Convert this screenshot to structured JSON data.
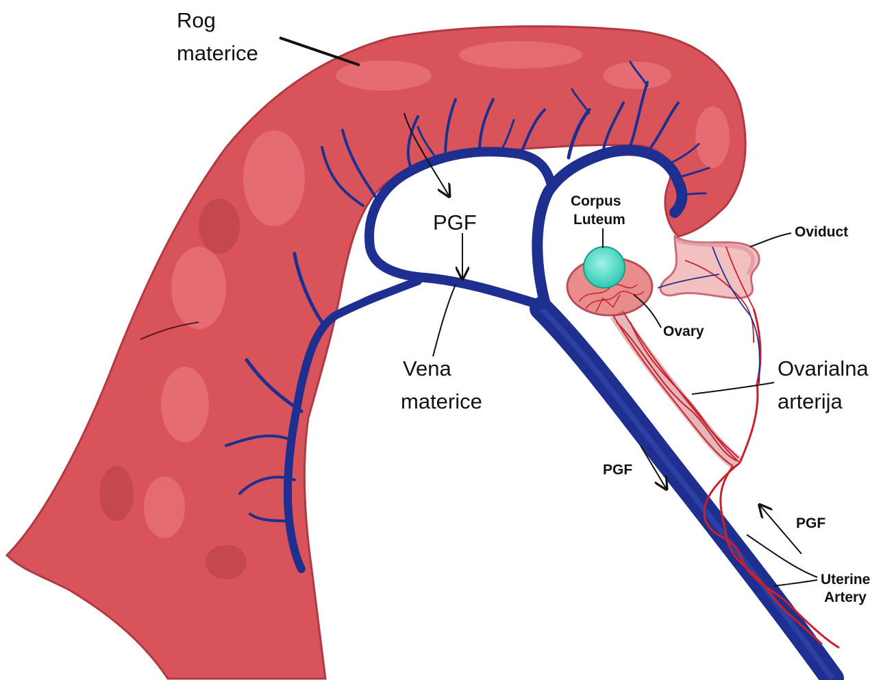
{
  "labels": {
    "rog_materice_1": "Rog",
    "rog_materice_2": "materice",
    "pgf_center": "PGF",
    "vena_materice_1": "Vena",
    "vena_materice_2": "materice",
    "corpus_luteum_1": "Corpus",
    "corpus_luteum_2": "Luteum",
    "oviduct": "Oviduct",
    "ovary": "Ovary",
    "ovarialna_arterija_1": "Ovarialna",
    "ovarialna_arterija_2": "arterija",
    "pgf_left": "PGF",
    "pgf_right": "PGF",
    "uterine_artery_1": "Uterine",
    "uterine_artery_2": "Artery"
  },
  "colors": {
    "uterus_fill": "#d9535b",
    "uterus_light": "#e8747a",
    "uterus_outline": "#b03a44",
    "vein": "#1e2f8f",
    "vein_dark": "#0d1660",
    "artery": "#cc1f2a",
    "ovary_fill": "#e88c8c",
    "corpus_luteum": "#3fd9c4",
    "oviduct_fill": "#f2c0c0",
    "text": "#111111"
  }
}
